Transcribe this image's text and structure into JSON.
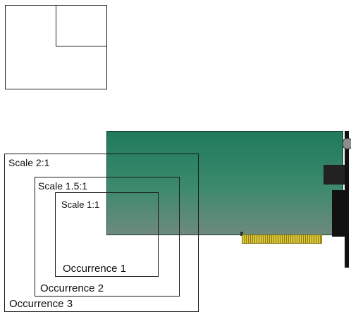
{
  "colors": {
    "board": "#1f7a5b",
    "legend_swatch": "#6f8a7b",
    "frame": "#1a1a1a",
    "gold_contacts": "#d9c63a"
  },
  "icons": {
    "board": "expansion-card-image",
    "legend": "region-legend-swatch"
  },
  "occurrences": [
    {
      "scale": "Scale 1:1",
      "name": "Occurrence 1"
    },
    {
      "scale": "Scale 1.5:1",
      "name": "Occurrence 2"
    },
    {
      "scale": "Scale 2:1",
      "name": "Occurrence 3"
    }
  ]
}
